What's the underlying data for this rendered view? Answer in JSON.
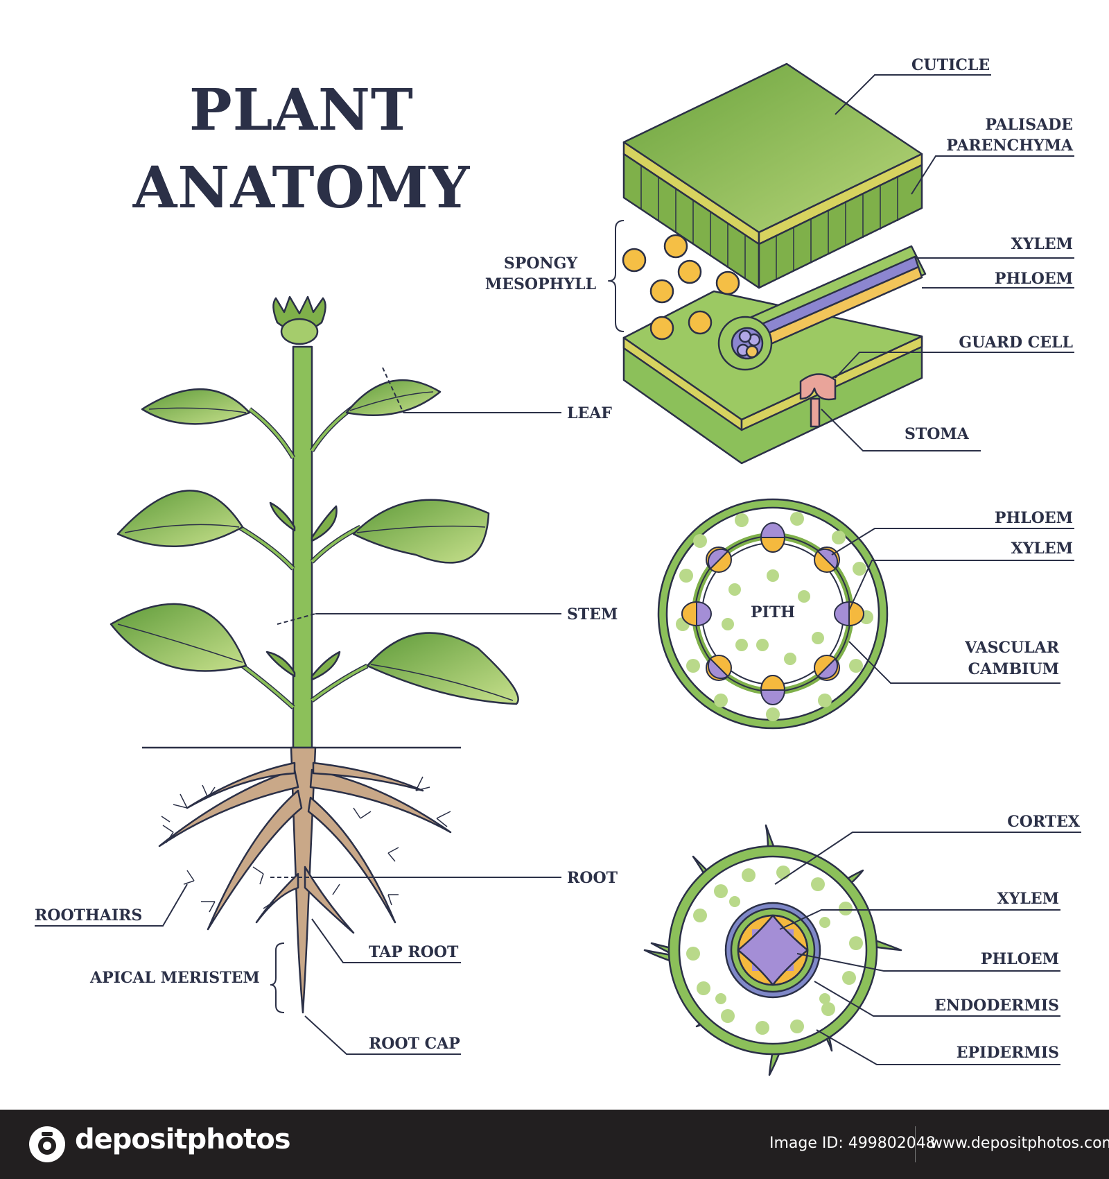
{
  "title": {
    "line1": "PLANT",
    "line2": "ANATOMY"
  },
  "plant_labels": {
    "leaf": "LEAF",
    "stem": "STEM",
    "root": "ROOT",
    "roothairs": "ROOTHAIRS",
    "tap_root": "TAP ROOT",
    "apical_meristem": "APICAL MERISTEM",
    "root_cap": "ROOT CAP"
  },
  "leaf_section_labels": {
    "cuticle": "CUTICLE",
    "palisade_1": "PALISADE",
    "palisade_2": "PARENCHYMA",
    "xylem": "XYLEM",
    "phloem": "PHLOEM",
    "guard_cell": "GUARD CELL",
    "stoma": "STOMA",
    "spongy_1": "SPONGY",
    "spongy_2": "MESOPHYLL"
  },
  "stem_section_labels": {
    "phloem": "PHLOEM",
    "xylem": "XYLEM",
    "pith": "PITH",
    "vascular_1": "VASCULAR",
    "vascular_2": "CAMBIUM"
  },
  "root_section_labels": {
    "cortex": "CORTEX",
    "xylem": "XYLEM",
    "phloem": "PHLOEM",
    "endodermis": "ENDODERMIS",
    "epidermis": "EPIDERMIS"
  },
  "footer": {
    "brand": "depositphotos",
    "image_id": "Image ID: 499802048",
    "site": "www.depositphotos.com"
  },
  "colors": {
    "outline": "#2b3047",
    "leaf_green": "#7fb04a",
    "leaf_light": "#b5d67a",
    "stem_green": "#8cc05a",
    "root_brown": "#c9a888",
    "yellow": "#f2d46a",
    "orange": "#f5b93e",
    "purple": "#a48ed6",
    "dot_green": "#b9d98a",
    "footer_bg": "#221f20"
  }
}
